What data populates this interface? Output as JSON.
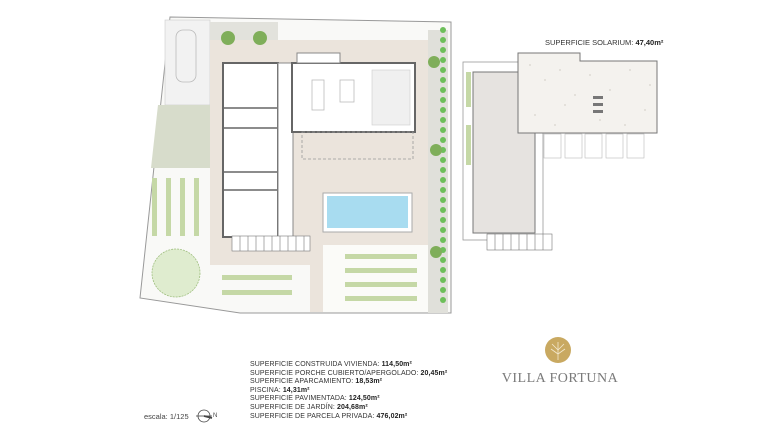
{
  "solarium": {
    "label": "SUPERFICIE SOLARIUM:",
    "value": "47,40m²"
  },
  "areas": [
    {
      "label": "SUPERFICIE CONSTRUIDA VIVIENDA:",
      "value": "114,50m²"
    },
    {
      "label": "SUPERFICIE PORCHE CUBIERTO/APERGOLADO:",
      "value": "20,45m²"
    },
    {
      "label": "SUPERFICIE APARCAMIENTO:",
      "value": "18,53m²"
    },
    {
      "label": "PISCINA:",
      "value": "14,31m²"
    },
    {
      "label": "SUPERFICIE PAVIMENTADA:",
      "value": "124,50m²"
    },
    {
      "label": "SUPERFICIE DE JARDÍN:",
      "value": "204,68m²"
    },
    {
      "label": "SUPERFICIE DE PARCELA PRIVADA:",
      "value": "476,02m²"
    }
  ],
  "scale": "escala: 1/125",
  "north": "N",
  "brand": {
    "name": "VILLA FORTUNA",
    "icon": "tree-emblem-icon",
    "color": "#c9a961"
  },
  "colors": {
    "terrace": "#ebe4dc",
    "pool": "#a8dcf0",
    "plants": "#b9cf96",
    "hedge": "#6dbf5a"
  }
}
